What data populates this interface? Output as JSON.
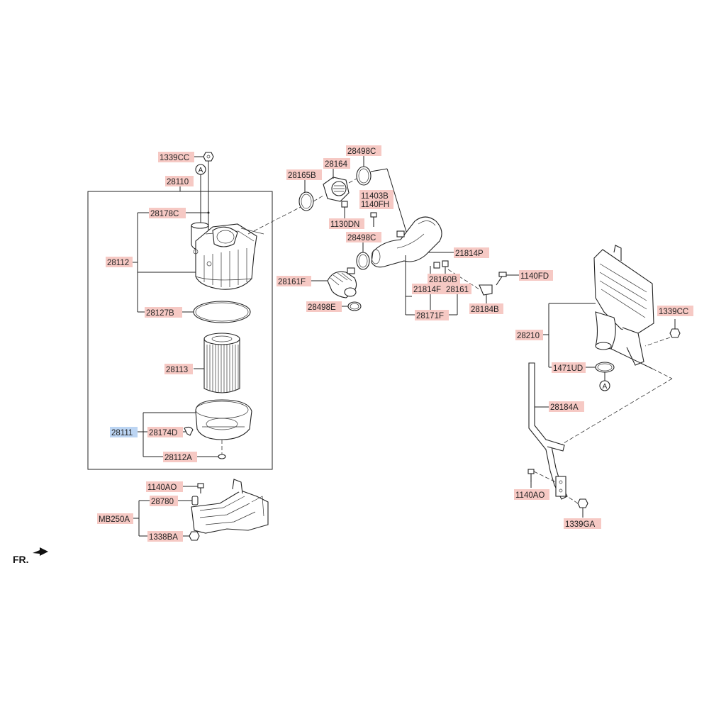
{
  "labels": {
    "p1339CC_top": "1339CC",
    "p28110": "28110",
    "p28178C": "28178C",
    "p28112": "28112",
    "p28127B": "28127B",
    "p28113": "28113",
    "p28111": "28111",
    "p28174D": "28174D",
    "p28112A": "28112A",
    "p1140AO_left": "1140AO",
    "p28780": "28780",
    "pMB250A": "MB250A",
    "p1338BA": "1338BA",
    "p28165B": "28165B",
    "p28164": "28164",
    "p28498C_top": "28498C",
    "p11403B": "11403B",
    "p1140FH": "1140FH",
    "p1130DN": "1130DN",
    "p28498C_mid": "28498C",
    "p28161F": "28161F",
    "p28498E": "28498E",
    "p21814P": "21814P",
    "p28160B": "28160B",
    "p21814F": "21814F",
    "p28161": "28161",
    "p28171F": "28171F",
    "p1140FD": "1140FD",
    "p28184B": "28184B",
    "p1339CC_right": "1339CC",
    "p28210": "28210",
    "p1471UD": "1471UD",
    "p28184A": "28184A",
    "p1140AO_right": "1140AO",
    "p1339GA": "1339GA"
  },
  "ref_marks": {
    "a_top": "A",
    "a_right": "A"
  },
  "direction": "FR.",
  "colors": {
    "part_label_bg": "#f6c9c4",
    "highlight_label_bg": "#bcd5f3"
  }
}
